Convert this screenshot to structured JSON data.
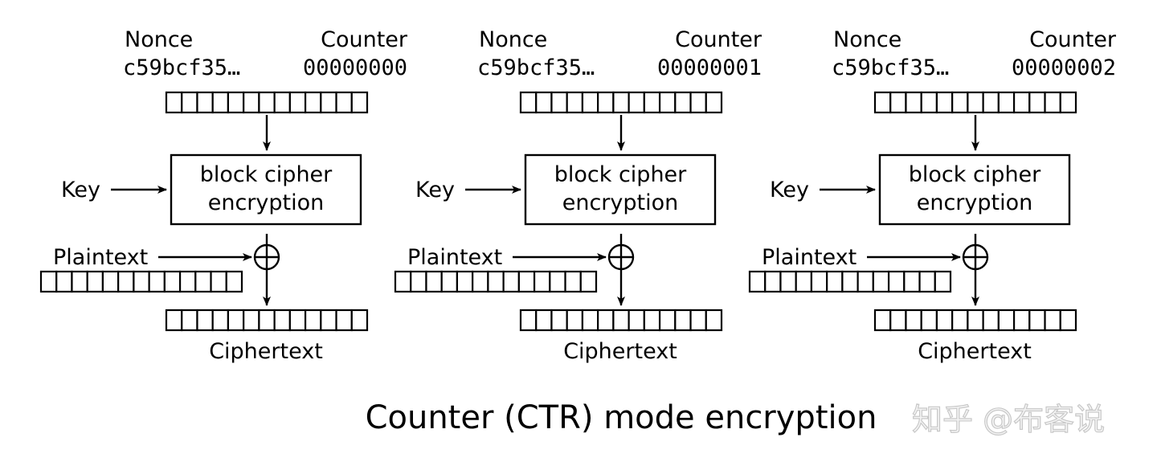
{
  "diagram": {
    "title": "Counter (CTR) mode encryption",
    "cells_per_block": 13,
    "panels": [
      {
        "nonce_label": "Nonce",
        "nonce_value": "c59bcf35…",
        "counter_label": "Counter",
        "counter_value": "00000000",
        "cipher_box_line1": "block cipher",
        "cipher_box_line2": "encryption",
        "key_label": "Key",
        "plaintext_label": "Plaintext",
        "ciphertext_label": "Ciphertext"
      },
      {
        "nonce_label": "Nonce",
        "nonce_value": "c59bcf35…",
        "counter_label": "Counter",
        "counter_value": "00000001",
        "cipher_box_line1": "block cipher",
        "cipher_box_line2": "encryption",
        "key_label": "Key",
        "plaintext_label": "Plaintext",
        "ciphertext_label": "Ciphertext"
      },
      {
        "nonce_label": "Nonce",
        "nonce_value": "c59bcf35…",
        "counter_label": "Counter",
        "counter_value": "00000002",
        "cipher_box_line1": "block cipher",
        "cipher_box_line2": "encryption",
        "key_label": "Key",
        "plaintext_label": "Plaintext",
        "ciphertext_label": "Ciphertext"
      }
    ]
  },
  "watermark": "知乎 @布客说"
}
